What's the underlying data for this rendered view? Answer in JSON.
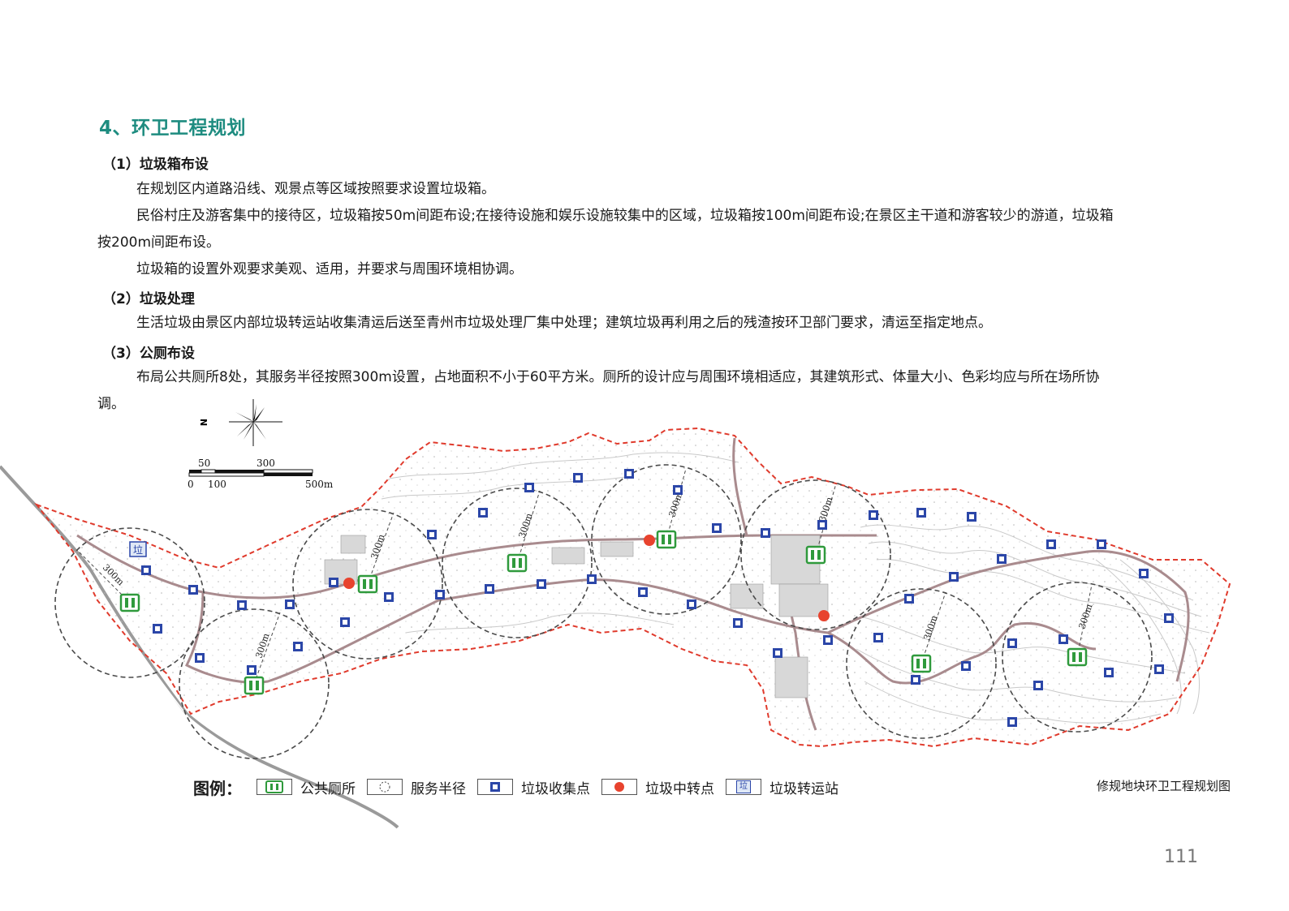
{
  "heading": "4、环卫工程规划",
  "sections": [
    {
      "title": "（1）垃圾箱布设",
      "paragraphs": [
        "在规划区内道路沿线、观景点等区域按照要求设置垃圾箱。",
        "民俗村庄及游客集中的接待区，垃圾箱按50m间距布设;在接待设施和娱乐设施较集中的区域，垃圾箱按100m间距布设;在景区主干道和游客较少的游道，垃圾箱按200m间距布设。",
        "垃圾箱的设置外观要求美观、适用，并要求与周围环境相协调。"
      ]
    },
    {
      "title": "（2）垃圾处理",
      "paragraphs": [
        "生活垃圾由景区内部垃圾转运站收集清运后送至青州市垃圾处理厂集中处理；建筑垃圾再利用之后的残渣按环卫部门要求，清运至指定地点。"
      ]
    },
    {
      "title": "（3）公厕布设",
      "paragraphs": [
        "布局公共厕所8处，其服务半径按照300m设置，占地面积不小于60平方米。厕所的设计应与周围环境相适应，其建筑形式、体量大小、色彩均应与所在场所协调。"
      ]
    }
  ],
  "map": {
    "north_label": "N",
    "scale_labels": [
      "50",
      "300",
      "0",
      "100",
      "500m"
    ],
    "radius_label": "300m",
    "station_glyph": "垃",
    "caption": "修规地块环卫工程规划图",
    "colors": {
      "boundary": "#e03a2c",
      "toilet": "#2f9a3c",
      "transfer": "#e8432e",
      "bin": "#2b46a8",
      "contour": "#c9c9c9",
      "road": "#a98b8e"
    }
  },
  "legend": {
    "title": "图例：",
    "items": [
      {
        "label": "公共厕所",
        "icon": "toilet-icon"
      },
      {
        "label": "服务半径",
        "icon": "service-radius-icon"
      },
      {
        "label": "垃圾收集点",
        "icon": "bin-icon"
      },
      {
        "label": "垃圾中转点",
        "icon": "transfer-point-icon"
      },
      {
        "label": "垃圾转运站",
        "icon": "transfer-station-icon"
      }
    ]
  },
  "page_number": "111"
}
